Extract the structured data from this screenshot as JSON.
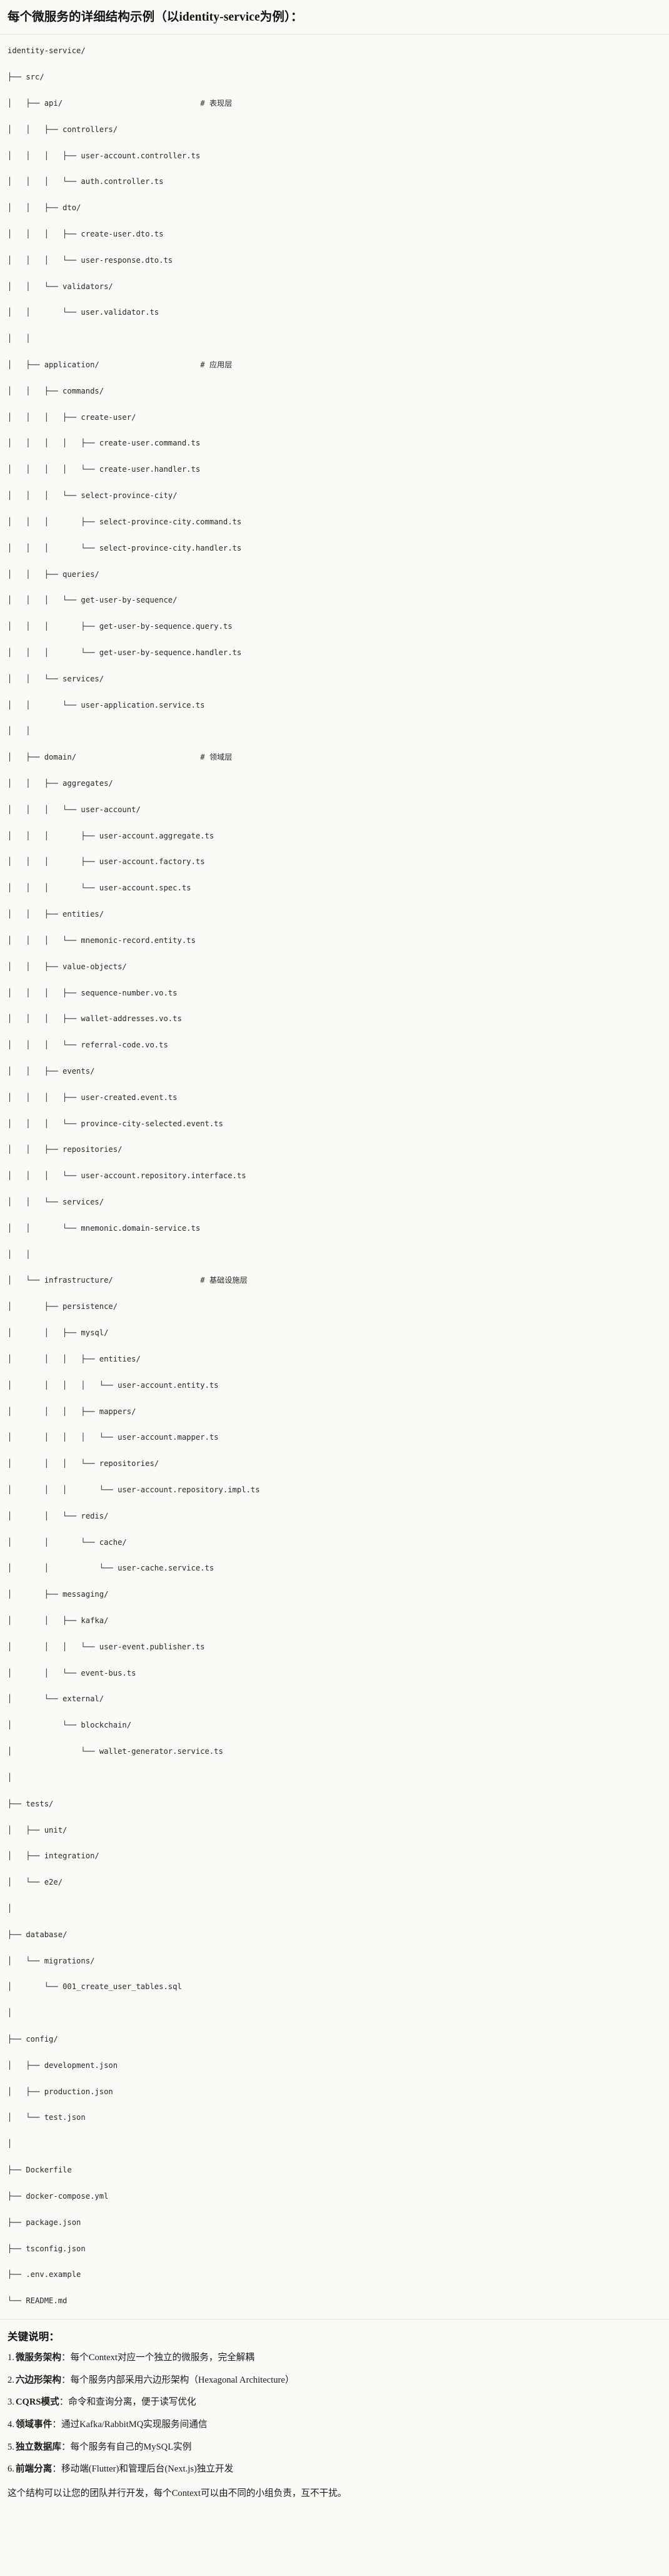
{
  "header": {
    "title": "每个微服务的详细结构示例（以identity-service为例）："
  },
  "tree": {
    "root": "identity-service/",
    "lines": [
      {
        "text": "identity-service/",
        "comment": ""
      },
      {
        "text": "├── src/",
        "comment": ""
      },
      {
        "text": "│   ├── api/",
        "comment": "# 表现层"
      },
      {
        "text": "│   │   ├── controllers/",
        "comment": ""
      },
      {
        "text": "│   │   │   ├── user-account.controller.ts",
        "comment": ""
      },
      {
        "text": "│   │   │   └── auth.controller.ts",
        "comment": ""
      },
      {
        "text": "│   │   ├── dto/",
        "comment": ""
      },
      {
        "text": "│   │   │   ├── create-user.dto.ts",
        "comment": ""
      },
      {
        "text": "│   │   │   └── user-response.dto.ts",
        "comment": ""
      },
      {
        "text": "│   │   └── validators/",
        "comment": ""
      },
      {
        "text": "│   │       └── user.validator.ts",
        "comment": ""
      },
      {
        "text": "│   │",
        "comment": ""
      },
      {
        "text": "│   ├── application/",
        "comment": "# 应用层"
      },
      {
        "text": "│   │   ├── commands/",
        "comment": ""
      },
      {
        "text": "│   │   │   ├── create-user/",
        "comment": ""
      },
      {
        "text": "│   │   │   │   ├── create-user.command.ts",
        "comment": ""
      },
      {
        "text": "│   │   │   │   └── create-user.handler.ts",
        "comment": ""
      },
      {
        "text": "│   │   │   └── select-province-city/",
        "comment": ""
      },
      {
        "text": "│   │   │       ├── select-province-city.command.ts",
        "comment": ""
      },
      {
        "text": "│   │   │       └── select-province-city.handler.ts",
        "comment": ""
      },
      {
        "text": "│   │   ├── queries/",
        "comment": ""
      },
      {
        "text": "│   │   │   └── get-user-by-sequence/",
        "comment": ""
      },
      {
        "text": "│   │   │       ├── get-user-by-sequence.query.ts",
        "comment": ""
      },
      {
        "text": "│   │   │       └── get-user-by-sequence.handler.ts",
        "comment": ""
      },
      {
        "text": "│   │   └── services/",
        "comment": ""
      },
      {
        "text": "│   │       └── user-application.service.ts",
        "comment": ""
      },
      {
        "text": "│   │",
        "comment": ""
      },
      {
        "text": "│   ├── domain/",
        "comment": "# 领域层"
      },
      {
        "text": "│   │   ├── aggregates/",
        "comment": ""
      },
      {
        "text": "│   │   │   └── user-account/",
        "comment": ""
      },
      {
        "text": "│   │   │       ├── user-account.aggregate.ts",
        "comment": ""
      },
      {
        "text": "│   │   │       ├── user-account.factory.ts",
        "comment": ""
      },
      {
        "text": "│   │   │       └── user-account.spec.ts",
        "comment": ""
      },
      {
        "text": "│   │   ├── entities/",
        "comment": ""
      },
      {
        "text": "│   │   │   └── mnemonic-record.entity.ts",
        "comment": ""
      },
      {
        "text": "│   │   ├── value-objects/",
        "comment": ""
      },
      {
        "text": "│   │   │   ├── sequence-number.vo.ts",
        "comment": ""
      },
      {
        "text": "│   │   │   ├── wallet-addresses.vo.ts",
        "comment": ""
      },
      {
        "text": "│   │   │   └── referral-code.vo.ts",
        "comment": ""
      },
      {
        "text": "│   │   ├── events/",
        "comment": ""
      },
      {
        "text": "│   │   │   ├── user-created.event.ts",
        "comment": ""
      },
      {
        "text": "│   │   │   └── province-city-selected.event.ts",
        "comment": ""
      },
      {
        "text": "│   │   ├── repositories/",
        "comment": ""
      },
      {
        "text": "│   │   │   └── user-account.repository.interface.ts",
        "comment": ""
      },
      {
        "text": "│   │   └── services/",
        "comment": ""
      },
      {
        "text": "│   │       └── mnemonic.domain-service.ts",
        "comment": ""
      },
      {
        "text": "│   │",
        "comment": ""
      },
      {
        "text": "│   └── infrastructure/",
        "comment": "# 基础设施层"
      },
      {
        "text": "│       ├── persistence/",
        "comment": ""
      },
      {
        "text": "│       │   ├── mysql/",
        "comment": ""
      },
      {
        "text": "│       │   │   ├── entities/",
        "comment": ""
      },
      {
        "text": "│       │   │   │   └── user-account.entity.ts",
        "comment": ""
      },
      {
        "text": "│       │   │   ├── mappers/",
        "comment": ""
      },
      {
        "text": "│       │   │   │   └── user-account.mapper.ts",
        "comment": ""
      },
      {
        "text": "│       │   │   └── repositories/",
        "comment": ""
      },
      {
        "text": "│       │   │       └── user-account.repository.impl.ts",
        "comment": ""
      },
      {
        "text": "│       │   └── redis/",
        "comment": ""
      },
      {
        "text": "│       │       └── cache/",
        "comment": ""
      },
      {
        "text": "│       │           └── user-cache.service.ts",
        "comment": ""
      },
      {
        "text": "│       ├── messaging/",
        "comment": ""
      },
      {
        "text": "│       │   ├── kafka/",
        "comment": ""
      },
      {
        "text": "│       │   │   └── user-event.publisher.ts",
        "comment": ""
      },
      {
        "text": "│       │   └── event-bus.ts",
        "comment": ""
      },
      {
        "text": "│       └── external/",
        "comment": ""
      },
      {
        "text": "│           └── blockchain/",
        "comment": ""
      },
      {
        "text": "│               └── wallet-generator.service.ts",
        "comment": ""
      },
      {
        "text": "│",
        "comment": ""
      },
      {
        "text": "├── tests/",
        "comment": ""
      },
      {
        "text": "│   ├── unit/",
        "comment": ""
      },
      {
        "text": "│   ├── integration/",
        "comment": ""
      },
      {
        "text": "│   └── e2e/",
        "comment": ""
      },
      {
        "text": "│",
        "comment": ""
      },
      {
        "text": "├── database/",
        "comment": ""
      },
      {
        "text": "│   └── migrations/",
        "comment": ""
      },
      {
        "text": "│       └── 001_create_user_tables.sql",
        "comment": ""
      },
      {
        "text": "│",
        "comment": ""
      },
      {
        "text": "├── config/",
        "comment": ""
      },
      {
        "text": "│   ├── development.json",
        "comment": ""
      },
      {
        "text": "│   ├── production.json",
        "comment": ""
      },
      {
        "text": "│   └── test.json",
        "comment": ""
      },
      {
        "text": "│",
        "comment": ""
      },
      {
        "text": "├── Dockerfile",
        "comment": ""
      },
      {
        "text": "├── docker-compose.yml",
        "comment": ""
      },
      {
        "text": "├── package.json",
        "comment": ""
      },
      {
        "text": "├── tsconfig.json",
        "comment": ""
      },
      {
        "text": "├── .env.example",
        "comment": ""
      },
      {
        "text": "└── README.md",
        "comment": ""
      }
    ]
  },
  "keypoints": {
    "title": "关键说明：",
    "items": [
      {
        "num": "1.",
        "term": "微服务架构",
        "sep": "：",
        "desc": "每个Context对应一个独立的微服务，完全解耦"
      },
      {
        "num": "2.",
        "term": "六边形架构",
        "sep": "：",
        "desc": "每个服务内部采用六边形架构（Hexagonal Architecture）"
      },
      {
        "num": "3.",
        "term": "CQRS模式",
        "sep": "：",
        "desc": "命令和查询分离，便于读写优化"
      },
      {
        "num": "4.",
        "term": "领域事件",
        "sep": "：",
        "desc": "通过Kafka/RabbitMQ实现服务间通信"
      },
      {
        "num": "5.",
        "term": "独立数据库",
        "sep": "：",
        "desc": "每个服务有自己的MySQL实例"
      },
      {
        "num": "6.",
        "term": "前端分离",
        "sep": "：",
        "desc": "移动端(Flutter)和管理后台(Next.js)独立开发"
      }
    ],
    "footer": "这个结构可以让您的团队并行开发，每个Context可以由不同的小组负责，互不干扰。"
  },
  "colors": {
    "page_bg": "#faf9f6",
    "text": "#1a1a1a",
    "code_text": "#24292e",
    "divider": "#e6e4de"
  }
}
